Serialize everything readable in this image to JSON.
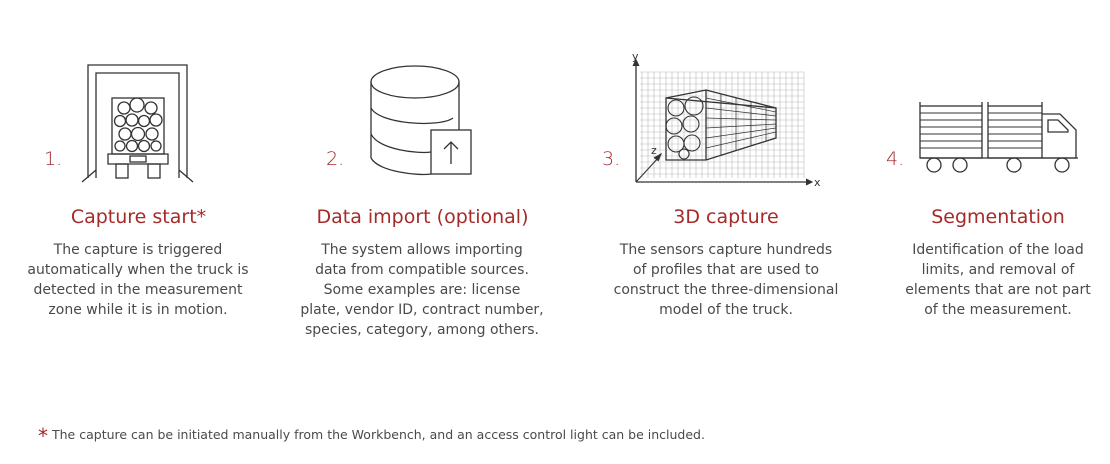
{
  "steps": [
    {
      "number": "1.",
      "title": "Capture start*",
      "description": [
        "The capture is triggered",
        "automatically when the truck is",
        "detected in the measurement",
        "zone while it is in motion."
      ],
      "icon": "truck-portal-icon"
    },
    {
      "number": "2.",
      "title": "Data import (optional)",
      "description": [
        "The system allows importing",
        "data from compatible sources.",
        "Some examples are: license",
        "plate, vendor ID, contract number,",
        "species, category, among others."
      ],
      "icon": "database-upload-icon"
    },
    {
      "number": "3.",
      "title": "3D capture",
      "description": [
        "The sensors capture hundreds",
        "of profiles that are used to",
        "construct the three-dimensional",
        "model of the truck."
      ],
      "icon": "3d-grid-icon",
      "axis_labels": {
        "y": "y",
        "z": "z",
        "x": "x"
      }
    },
    {
      "number": "4.",
      "title": "Segmentation",
      "description": [
        "Identification of the load",
        "limits, and removal of",
        "elements that are not part",
        "of the measurement."
      ],
      "icon": "truck-side-icon"
    }
  ],
  "footnote": {
    "star": "*",
    "text": "The capture can be initiated manually from the Workbench, and an access control light can be included."
  },
  "colors": {
    "accent": "#a52a2a",
    "text": "#4a4a4a",
    "line": "#333333"
  }
}
